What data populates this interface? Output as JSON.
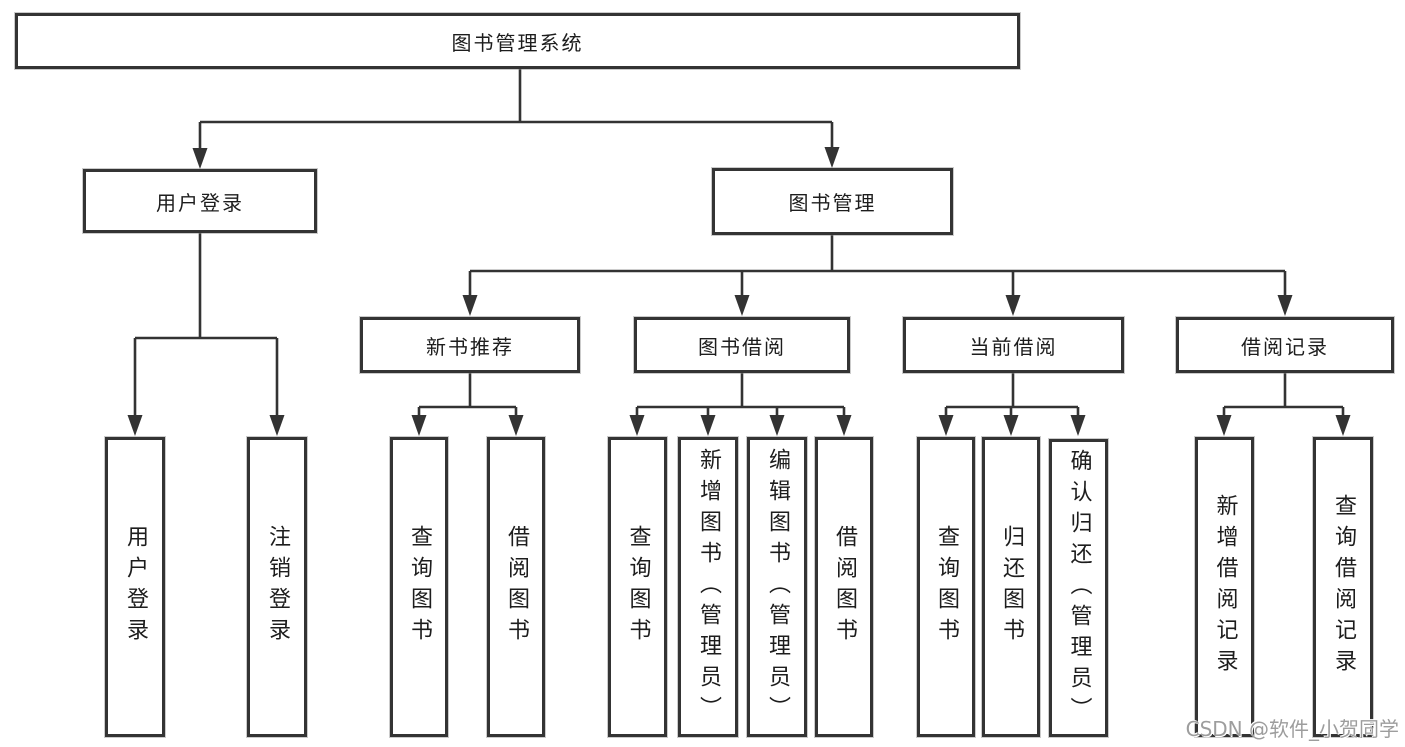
{
  "tree": {
    "root": {
      "label": "图书管理系统"
    },
    "branches": [
      {
        "label": "用户登录",
        "children": [
          {
            "label": "用户登录"
          },
          {
            "label": "注销登录"
          }
        ]
      },
      {
        "label": "图书管理",
        "children": [
          {
            "label": "新书推荐",
            "children": [
              {
                "label": "查询图书"
              },
              {
                "label": "借阅图书"
              }
            ]
          },
          {
            "label": "图书借阅",
            "children": [
              {
                "label": "查询图书"
              },
              {
                "label": "新增图书（管理员）"
              },
              {
                "label": "编辑图书（管理员）"
              },
              {
                "label": "借阅图书"
              }
            ]
          },
          {
            "label": "当前借阅",
            "children": [
              {
                "label": "查询图书"
              },
              {
                "label": "归还图书"
              },
              {
                "label": "确认归还（管理员）"
              }
            ]
          },
          {
            "label": "借阅记录",
            "children": [
              {
                "label": "新增借阅记录"
              },
              {
                "label": "查询借阅记录"
              }
            ]
          }
        ]
      }
    ]
  },
  "watermark": "CSDN @软件_小贺同学",
  "colors": {
    "line": "#333333",
    "box_border": "#343434",
    "text": "#1d1d1d",
    "background": "#ffffff",
    "watermark": "#9d9d9d"
  }
}
